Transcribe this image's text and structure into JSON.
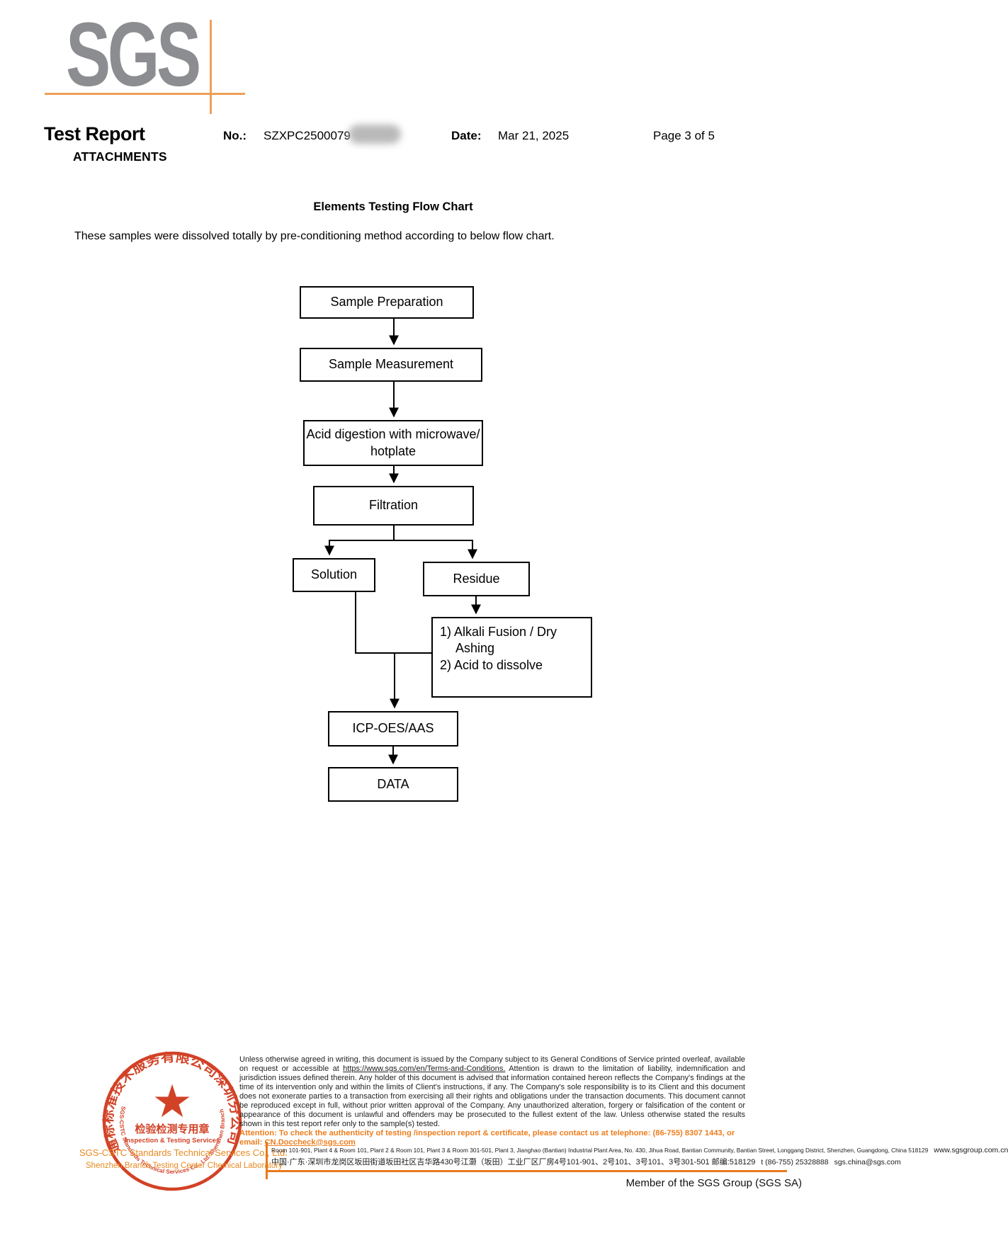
{
  "header": {
    "logo_text": "SGS",
    "title": "Test Report",
    "no_label": "No.:",
    "no_value": "SZXPC2500079",
    "date_label": "Date:",
    "date_value": "Mar 21, 2025",
    "page_info": "Page 3 of 5",
    "attachments_label": "ATTACHMENTS"
  },
  "content": {
    "section_title": "Elements Testing Flow Chart",
    "intro_text": "These samples were dissolved totally by pre-conditioning method according to below flow chart."
  },
  "flowchart": {
    "nodes": {
      "sample_preparation": "Sample Preparation",
      "sample_measurement": "Sample Measurement",
      "acid_digestion": "Acid digestion with microwave/ hotplate",
      "filtration": "Filtration",
      "solution": "Solution",
      "residue": "Residue",
      "alkali_step1": "1) Alkali Fusion / Dry Ashing",
      "alkali_step2": "2) Acid to dissolve",
      "icp": "ICP-OES/AAS",
      "data": "DATA"
    }
  },
  "footer": {
    "stamp": {
      "ring_text_cn": "通标标准技术服务有限公司深圳分公司",
      "ring_text_en": "SGS-CSTC Standards Technical Services Co., Ltd. Shenzhen Branch",
      "star": "★",
      "center_line_cn": "检验检测专用章",
      "center_line_en": "Inspection & Testing Services"
    },
    "company_en": "SGS-CSTC Standards Technical Services Co., Ltd.",
    "company_branch": "Shenzhen Branch Testing Center Chemical Laboratory",
    "disclaimer_part1": "Unless otherwise agreed in writing, this document is issued by the Company subject to its General Conditions of Service printed overleaf, available on request or accessible at ",
    "disclaimer_link": "https://www.sgs.com/en/Terms-and-Conditions.",
    "disclaimer_part2": " Attention is drawn to the limitation of liability, indemnification and jurisdiction issues defined therein. Any holder of this document is advised that information contained hereon reflects the Company's findings at the time of its intervention only and within the limits of Client's instructions, if any. The Company's sole responsibility is to its Client and this document does not exonerate parties to a transaction from exercising all their rights and obligations under the transaction documents. This document cannot be reproduced except in full, without prior written approval of the Company. Any unauthorized alteration, forgery or falsification of the content or appearance of this document is unlawful and offenders may be prosecuted to the fullest extent of the law. Unless otherwise stated the results shown in this test report refer only to the sample(s) tested.",
    "attention_text": "Attention: To check the authenticity of testing /inspection report & certificate, please contact us at telephone: (86-755) 8307 1443, or email: ",
    "attention_email": "CN.Doccheck@sgs.com",
    "address_en": "Room 101-901, Plant 4 & Room 101, Plant 2 & Room 101, Plant 3 & Room 301-501, Plant 3, Jianghao (Bantian) Industrial Plant Area, No. 430, Jihua Road, Bantian Community, Bantian Street, Longgang District, Shenzhen, Guangdong, China 518129",
    "website": "www.sgsgroup.com.cn",
    "address_cn": "中国·广东·深圳市龙岗区坂田街道坂田社区吉华路430号江灏（坂田）工业厂区厂房4号101-901、2号101、3号101、3号301-501 邮编:518129",
    "phone": "t (86-755) 25328888",
    "email": "sgs.china@sgs.com",
    "member_text": "Member of the SGS Group (SGS SA)"
  },
  "colors": {
    "accent_orange": "#e87a1a",
    "stamp_red": "#cf3315",
    "logo_gray": "#8b8d90"
  }
}
